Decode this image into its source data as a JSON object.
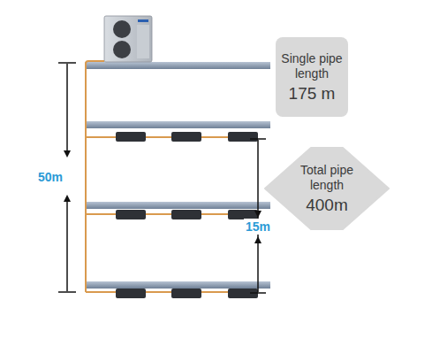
{
  "diagram": {
    "nodes": [
      {
        "text": [
          "Single pipe length",
          "175 m"
        ]
      },
      {
        "text": [
          "Total pipe length",
          "400m"
        ]
      }
    ],
    "labels": [
      "50m",
      "15m"
    ]
  }
}
